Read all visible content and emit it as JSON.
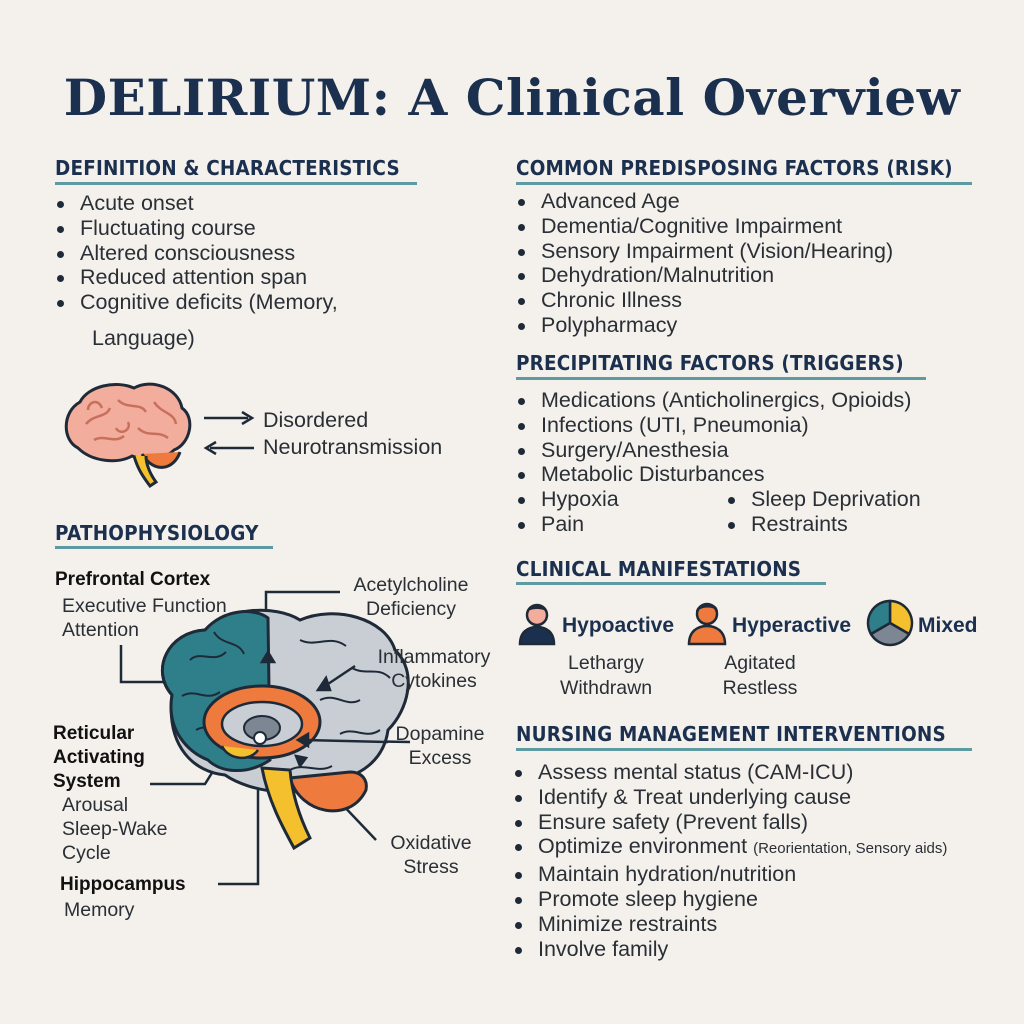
{
  "title": "DELIRIUM: A Clinical Overview",
  "definition": {
    "heading": "DEFINITION & CHARACTERISTICS",
    "items": [
      "Acute onset",
      "Fluctuating course",
      "Altered consciousness",
      "Reduced attention span",
      "Cognitive deficits (Memory,"
    ],
    "continuation": "Language)"
  },
  "neuro": {
    "line1": "Disordered",
    "line2": "Neurotransmission"
  },
  "predisposing": {
    "heading": "COMMON PREDISPOSING FACTORS (RISK)",
    "items": [
      "Advanced Age",
      "Dementia/Cognitive Impairment",
      "Sensory Impairment (Vision/Hearing)",
      "Dehydration/Malnutrition",
      "Chronic Illness",
      "Polypharmacy"
    ]
  },
  "precipitating": {
    "heading": "PRECIPITATING FACTORS (TRIGGERS)",
    "items": [
      "Medications (Anticholinergics, Opioids)",
      "Infections (UTI, Pneumonia)",
      "Surgery/Anesthesia",
      "Metabolic Disturbances"
    ],
    "left_items": [
      "Hypoxia",
      "Pain"
    ],
    "right_items": [
      "Sleep Deprivation",
      "Restraints"
    ]
  },
  "pathophysiology": {
    "heading": "PATHOPHYSIOLOGY",
    "prefrontal": {
      "title": "Prefrontal Cortex",
      "line1": "Executive Function",
      "line2": "Attention"
    },
    "reticular": {
      "title1": "Reticular",
      "title2": "Activating",
      "title3": "System",
      "line1": "Arousal",
      "line2": "Sleep-Wake",
      "line3": "Cycle"
    },
    "hippocampus": {
      "title": "Hippocampus",
      "line1": "Memory"
    },
    "acetylcholine": {
      "line1": "Acetylcholine",
      "line2": "Deficiency"
    },
    "inflammatory": {
      "line1": "Inflammatory",
      "line2": "Cytokines"
    },
    "dopamine": {
      "line1": "Dopamine",
      "line2": "Excess"
    },
    "oxidative": {
      "line1": "Oxidative",
      "line2": "Stress"
    }
  },
  "manifestations": {
    "heading": "CLINICAL MANIFESTATIONS",
    "hypoactive": {
      "label": "Hypoactive",
      "line1": "Lethargy",
      "line2": "Withdrawn"
    },
    "hyperactive": {
      "label": "Hyperactive",
      "line1": "Agitated",
      "line2": "Restless"
    },
    "mixed": {
      "label": "Mixed"
    }
  },
  "nursing": {
    "heading": "NURSING MANAGEMENT INTERVENTIONS",
    "items": [
      "Assess mental status (CAM-ICU)",
      "Identify & Treat underlying cause",
      "Ensure safety (Prevent falls)",
      "Optimize environment",
      "Maintain hydration/nutrition",
      "Promote sleep hygiene",
      "Minimize restraints",
      "Involve family"
    ],
    "env_note": "(Reorientation, Sensory aids)"
  },
  "colors": {
    "heading": "#1b2f4e",
    "underline": "#5d9aa1",
    "teal": "#2f7f8a",
    "orange": "#ee7b3d",
    "yellow": "#f5c02e",
    "pink": "#f2ad9c",
    "grey": "#c9ced4"
  },
  "icons": {
    "arrow_right": "arrow-right-icon",
    "arrow_left": "arrow-left-icon",
    "hypoactive": "person-icon",
    "hyperactive": "person-icon",
    "mixed": "pie-icon"
  }
}
